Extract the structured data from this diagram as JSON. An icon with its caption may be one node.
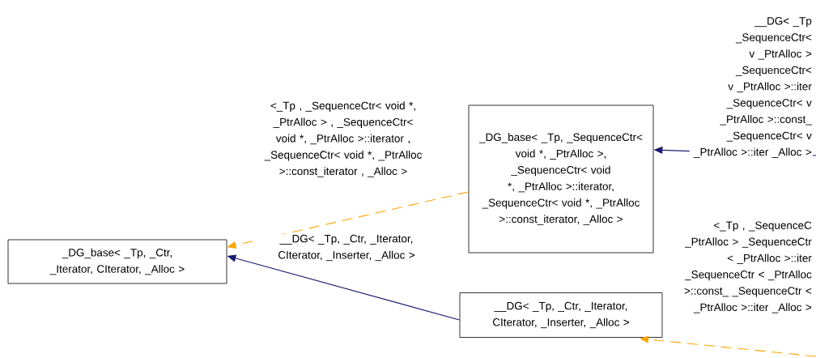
{
  "diagram": {
    "nodes": [
      {
        "text": [
          "_DG_base< _Tp, _Ctr, _Iterator, CIterator, _Alloc >"
        ]
      },
      {
        "text": [
          "_DG_base< _Tp, _SequenceCtr< void *, _PtrAlloc >, _SequenceCtr< void *, _PtrAlloc >::iterator, _SequenceCtr< void *, _PtrAlloc >::const_iterator, _Alloc >"
        ]
      },
      {
        "text": [
          "__DG< _Tp, _Ctr, _Iterator, CIterator, _Inserter, _Alloc >"
        ]
      }
    ],
    "edges": [
      {
        "from": 1,
        "to": 0,
        "arrow": "to",
        "style": "dashed",
        "color": "#ffa500",
        "label": "<_Tp , _SequenceCtr< void *, _PtrAlloc > , _SequenceCtr< void *, _PtrAlloc >::iterator , _SequenceCtr< void *, _PtrAlloc >::const_iterator , _Alloc >"
      },
      {
        "from": 2,
        "to": 0,
        "arrow": "to",
        "color": "#191970",
        "label": "__DG< _Tp, _Ctr, _Iterator, CIterator, _Inserter, _Alloc >"
      },
      {
        "from": null,
        "to": 1,
        "arrow": "to",
        "color": "#191970",
        "label": "__DG< _Tp _SequenceCtr< v _PtrAlloc > _SequenceCtr< v _PtrAlloc >::iter _SequenceCtr< v _PtrAlloc >::const_ _SequenceCtr< v _PtrAlloc >::iter _Alloc >"
      },
      {
        "from": null,
        "to": 2,
        "arrow": "to",
        "style": "dashed",
        "color": "#ffa500",
        "label": "<_Tp , _SequenceC _PtrAlloc > _SequenceCtr < _PtrAlloc >::iter _SequenceCtr < _PtrAlloc >::const_ _SequenceCtr < _PtrAlloc >::iter _Alloc >"
      }
    ]
  }
}
